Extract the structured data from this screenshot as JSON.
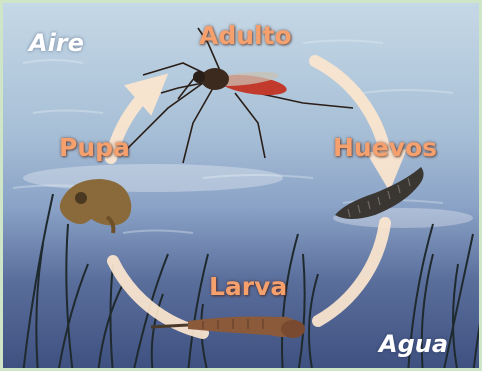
{
  "zones": {
    "air": "Aire",
    "water": "Agua"
  },
  "stages": {
    "adult": "Adulto",
    "eggs": "Huevos",
    "larva": "Larva",
    "pupa": "Pupa"
  },
  "colors": {
    "label": "#f6a06e",
    "cycle_arrow": "#fde7cf",
    "sky": "#a7bfd6",
    "water_deep": "#3d4f7e"
  }
}
